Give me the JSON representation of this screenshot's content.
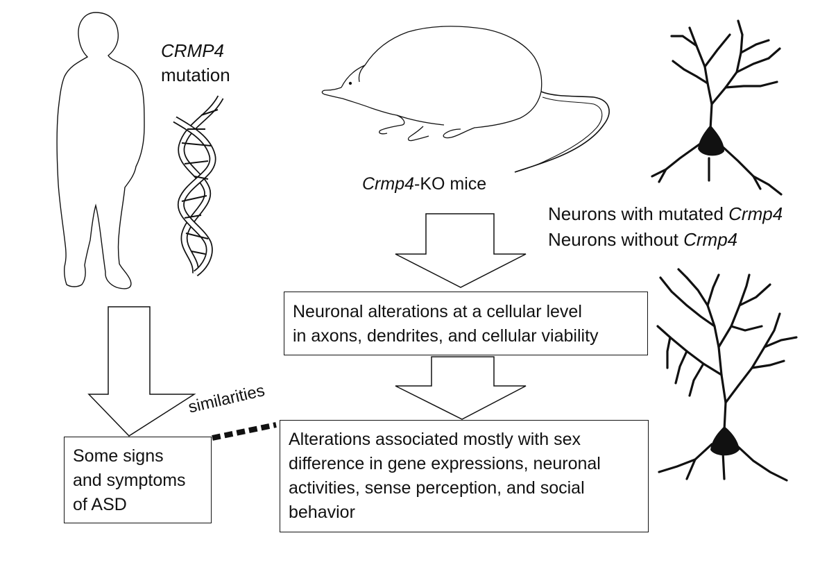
{
  "gene_label": {
    "italic": "CRMP4",
    "text": "mutation"
  },
  "mice_label": {
    "italic": "Crmp4",
    "text": "-KO mice"
  },
  "neuron_labels": [
    {
      "text": "Neurons with mutated ",
      "italic": "Crmp4"
    },
    {
      "text": "Neurons without ",
      "italic": "Crmp4"
    }
  ],
  "box_cellular": {
    "lines": [
      "Neuronal alterations at a cellular level",
      "in axons, dendrites, and cellular viability"
    ]
  },
  "box_sex": {
    "lines": [
      "Alterations associated mostly with sex",
      "difference in gene expressions, neuronal",
      "activities, sense perception, and social",
      "behavior"
    ]
  },
  "box_asd": {
    "lines": [
      "Some signs",
      "and symptoms",
      "of ASD"
    ]
  },
  "similarities_label": "similarities"
}
